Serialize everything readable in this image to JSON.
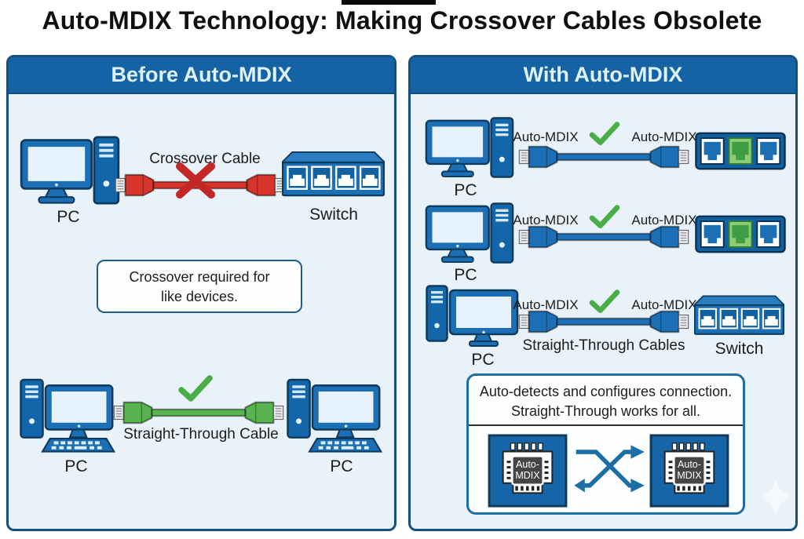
{
  "page": {
    "title": "Auto-MDIX Technology: Making Crossover Cables Obsolete"
  },
  "colors": {
    "header_blue": "#1563a4",
    "panel_background": "#e9f2f8",
    "panel_border": "#16517e",
    "device_blue": "#1d6fb5",
    "device_dark_blue": "#1366a9",
    "cable_red": "#d7342c",
    "cable_green": "#57b44e",
    "cable_blue": "#1d6fb5",
    "check_green": "#4aad47",
    "x_red": "#c32727",
    "chip_gray": "#454545"
  },
  "left_panel": {
    "header": "Before Auto-MDIX",
    "pc_top_label": "PC",
    "crossover_cable_label": "Crossover Cable",
    "switch_label": "Switch",
    "callout_line1": "Crossover required for",
    "callout_line2": "like devices.",
    "straight_cable_label": "Straight-Through Cable",
    "pc_bottom_left_label": "PC",
    "pc_bottom_right_label": "PC"
  },
  "right_panel": {
    "header": "With Auto-MDIX",
    "rows": [
      {
        "pc_label": "PC",
        "left_port_label": "Auto-MDIX",
        "right_port_label": "Auto-MDIX"
      },
      {
        "pc_label": "PC",
        "left_port_label": "Auto-MDIX",
        "right_port_label": "Auto-MDIX"
      },
      {
        "pc_label": "PC",
        "left_port_label": "Auto-MDIX",
        "right_port_label": "Auto-MDIX",
        "cables_label": "Straight-Through Cables",
        "switch_label": "Switch"
      }
    ],
    "note": {
      "line1": "Auto-detects and configures connection.",
      "line2": "Straight-Through works for all.",
      "chip_line1": "Auto-",
      "chip_line2": "MDIX"
    }
  }
}
